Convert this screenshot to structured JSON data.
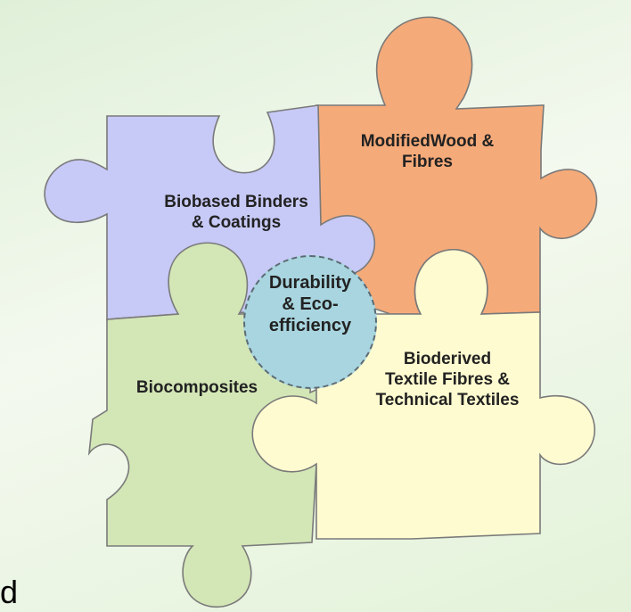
{
  "colors": {
    "purple": "#c7c9f6",
    "orange": "#f5aa79",
    "green": "#d3e6b6",
    "yellow": "#fffbd0",
    "center": "#a8d5df"
  },
  "pieces": {
    "binders": "Biobased Binders\n& Coatings",
    "wood": "ModifiedWood &\nFibres",
    "biocomposites": "Biocomposites",
    "textiles": "Bioderived\nTextile Fibres &\nTechnical Textiles"
  },
  "center": "Durability\n& Eco-\nefficiency",
  "stray_text": "d"
}
